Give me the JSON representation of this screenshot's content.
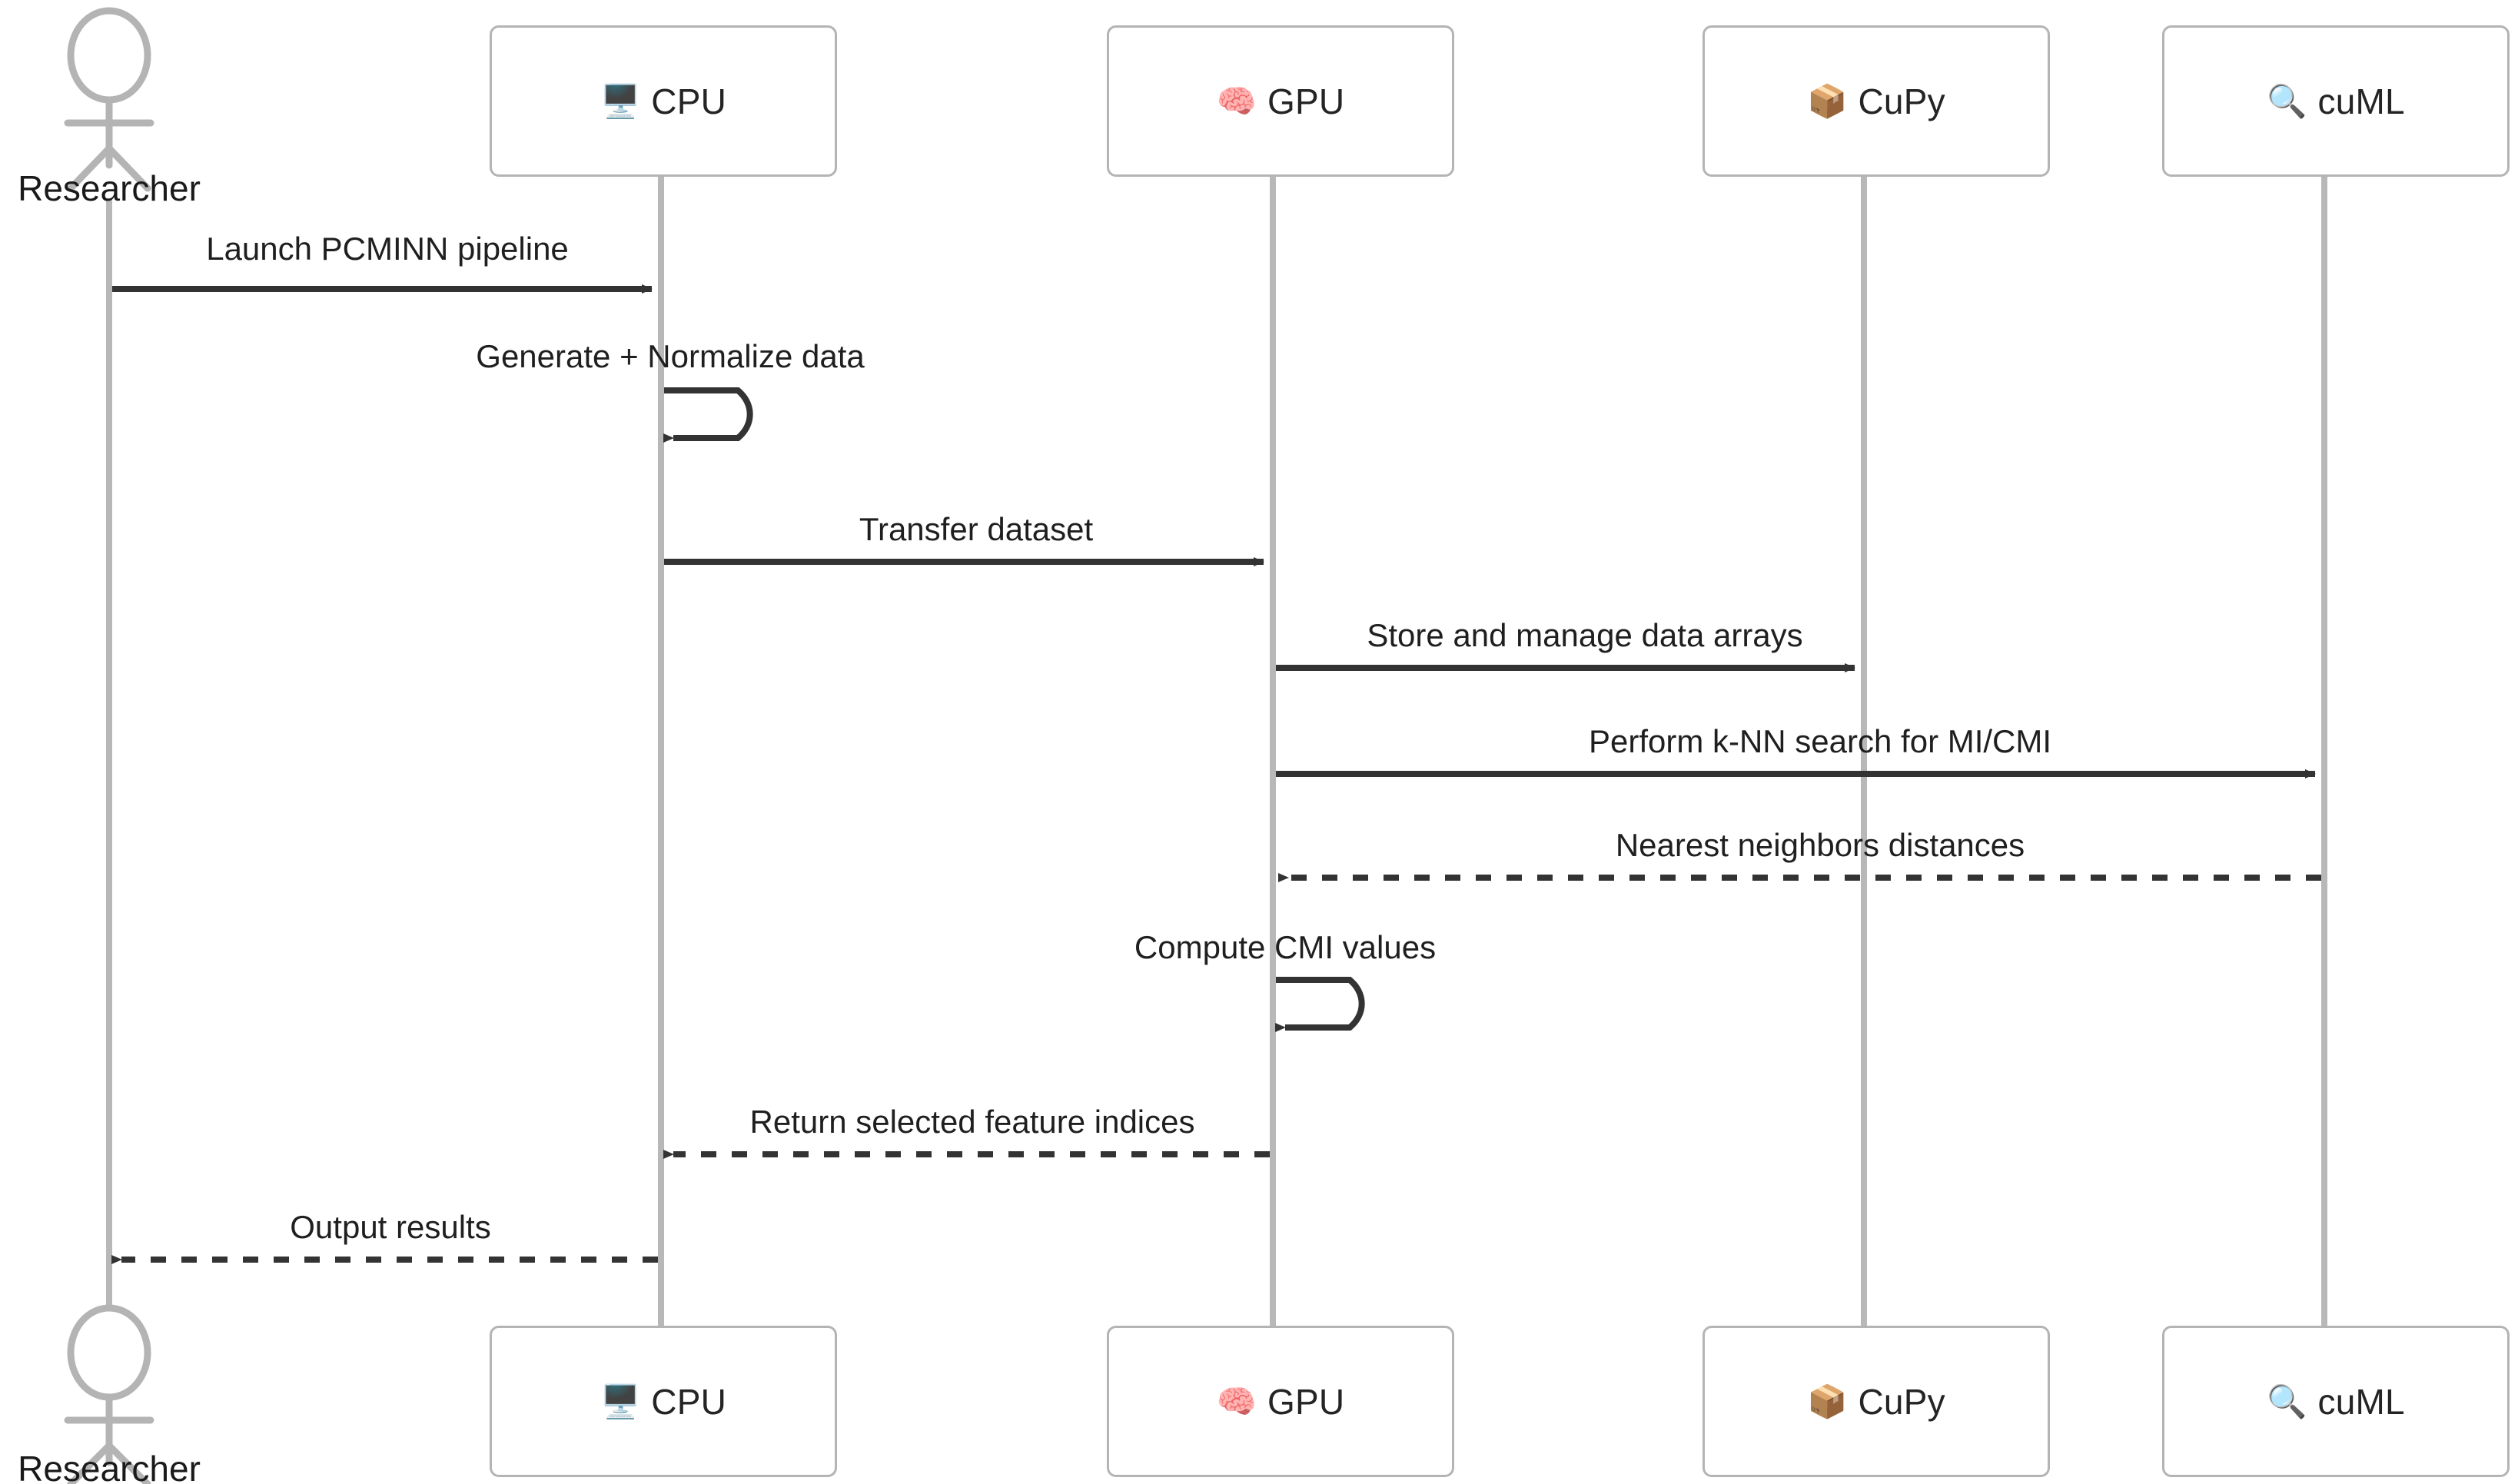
{
  "diagram": {
    "type": "sequence-diagram",
    "title": "PCMINN GPU pipeline sequence",
    "colors": {
      "lifeline": "#b8b8b8",
      "box_border": "#b4b4b4",
      "box_fill": "#ffffff",
      "arrow": "#333333",
      "text": "#1f1f1f",
      "actor": "#b4b4b4"
    }
  },
  "actors": [
    {
      "id": "researcher",
      "label": "Researcher",
      "icon": "actor-stick-figure"
    }
  ],
  "participants": [
    {
      "id": "cpu",
      "label": "CPU",
      "emoji": "🖥️",
      "icon": "desktop-computer-icon"
    },
    {
      "id": "gpu",
      "label": "GPU",
      "emoji": "🧠",
      "icon": "brain-icon"
    },
    {
      "id": "cupy",
      "label": "CuPy",
      "emoji": "📦",
      "icon": "package-box-icon"
    },
    {
      "id": "cuml",
      "label": "cuML",
      "emoji": "🔍",
      "icon": "magnifying-glass-icon"
    }
  ],
  "messages": [
    {
      "id": "m1",
      "label": "Launch PCMINN pipeline",
      "from": "researcher",
      "to": "cpu",
      "style": "solid",
      "kind": "call",
      "self": false
    },
    {
      "id": "m2",
      "label": "Generate + Normalize data",
      "from": "cpu",
      "to": "cpu",
      "style": "solid",
      "kind": "self",
      "self": true
    },
    {
      "id": "m3",
      "label": "Transfer dataset",
      "from": "cpu",
      "to": "gpu",
      "style": "solid",
      "kind": "call",
      "self": false
    },
    {
      "id": "m4",
      "label": "Store and manage data arrays",
      "from": "gpu",
      "to": "cupy",
      "style": "solid",
      "kind": "call",
      "self": false
    },
    {
      "id": "m5",
      "label": "Perform k-NN search for MI/CMI",
      "from": "gpu",
      "to": "cuml",
      "style": "solid",
      "kind": "call",
      "self": false
    },
    {
      "id": "m6",
      "label": "Nearest neighbors distances",
      "from": "cuml",
      "to": "gpu",
      "style": "dotted",
      "kind": "return",
      "self": false
    },
    {
      "id": "m7",
      "label": "Compute CMI values",
      "from": "gpu",
      "to": "gpu",
      "style": "solid",
      "kind": "self",
      "self": true
    },
    {
      "id": "m8",
      "label": "Return selected feature indices",
      "from": "gpu",
      "to": "cpu",
      "style": "dotted",
      "kind": "return",
      "self": false
    },
    {
      "id": "m9",
      "label": "Output results",
      "from": "cpu",
      "to": "researcher",
      "style": "dotted",
      "kind": "return",
      "self": false
    }
  ]
}
